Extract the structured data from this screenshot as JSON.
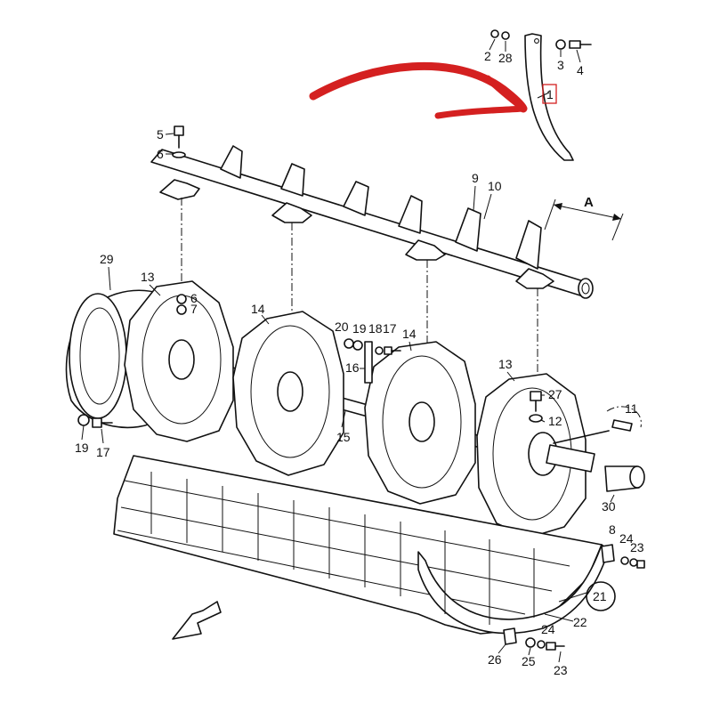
{
  "diagram": {
    "highlight_color": "#d42020",
    "arrow_color": "#d42020",
    "line_color": "#111111",
    "dimension_label": "A",
    "callouts": {
      "p1": "1",
      "p2": "2",
      "p28": "28",
      "p3": "3",
      "p4": "4",
      "p5": "5",
      "p6a": "6",
      "p6b": "6",
      "p7": "7",
      "p9": "9",
      "p10": "10",
      "p29": "29",
      "p13a": "13",
      "p14a": "14",
      "p20": "20",
      "p19a": "19",
      "p18": "18",
      "p17a": "17",
      "p16": "16",
      "p14b": "14",
      "p13b": "13",
      "p27": "27",
      "p12": "12",
      "p11": "11",
      "p15": "15",
      "p19b": "19",
      "p17b": "17",
      "p30": "30",
      "p8": "8",
      "p24a": "24",
      "p23a": "23",
      "p21": "21",
      "p22": "22",
      "p26": "26",
      "p25": "25",
      "p24b": "24",
      "p23b": "23"
    }
  }
}
